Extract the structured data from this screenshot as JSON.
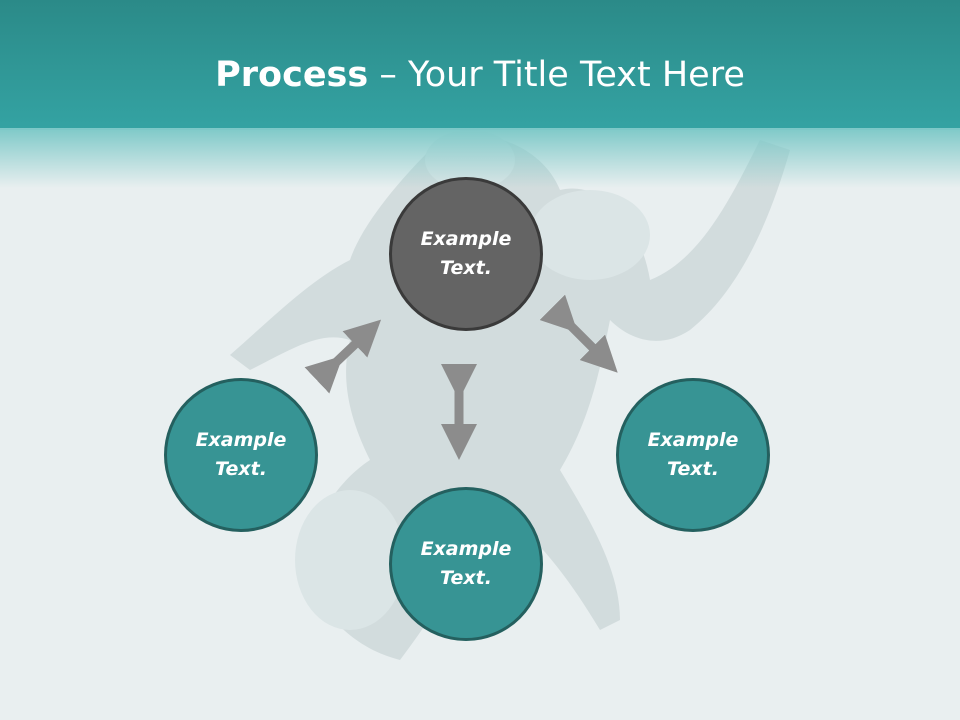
{
  "slide": {
    "title_bold": "Process",
    "title_rest": " – Your Title Text Here"
  },
  "nodes": [
    {
      "id": "top",
      "text": "Example Text.",
      "line1": "Example",
      "line2": "Text.",
      "color": "#646464"
    },
    {
      "id": "left",
      "text": "Example Text.",
      "line1": "Example",
      "line2": "Text.",
      "color": "#379494"
    },
    {
      "id": "right",
      "text": "Example Text.",
      "line1": "Example",
      "line2": "Text.",
      "color": "#379494"
    },
    {
      "id": "bottom",
      "text": "Example Text.",
      "line1": "Example",
      "line2": "Text.",
      "color": "#379494"
    }
  ],
  "colors": {
    "header": "#34a3a3",
    "arrow": "#8c8c8c",
    "background": "#e9eff0"
  }
}
